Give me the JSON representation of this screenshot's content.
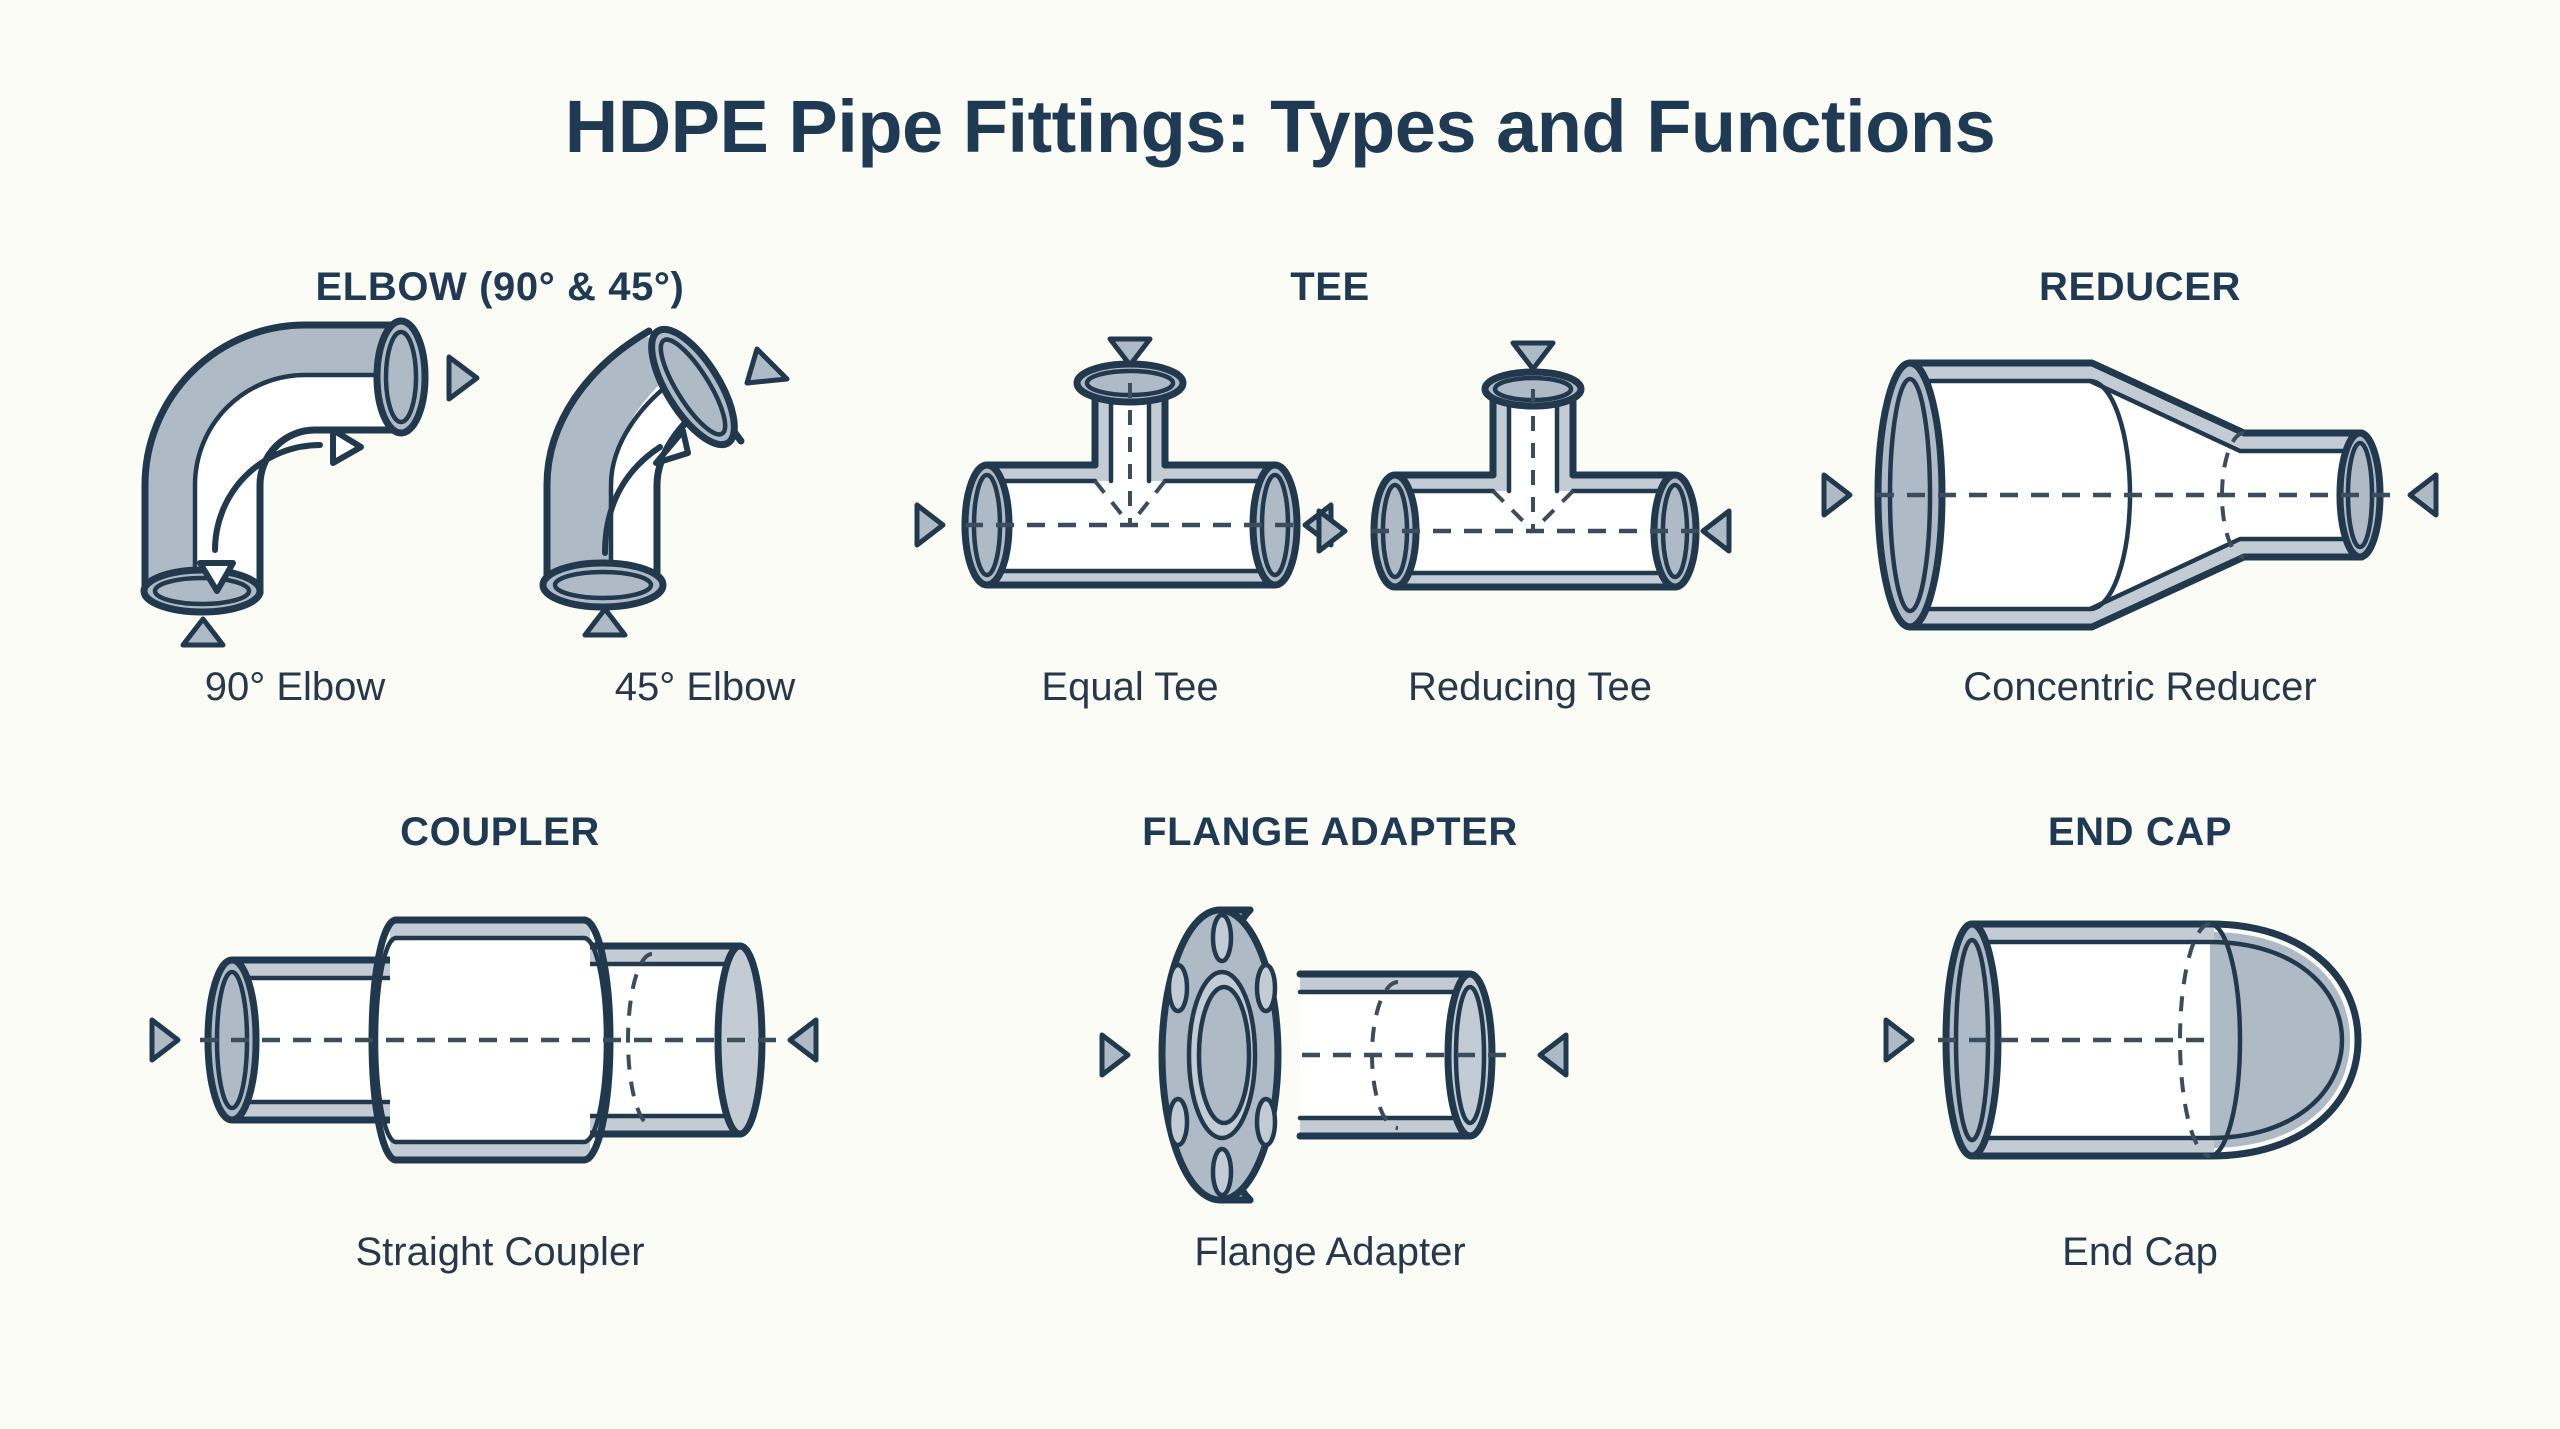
{
  "page": {
    "title": "HDPE Pipe Fittings: Types and Functions",
    "background_color": "#fcfcf7",
    "line_color": "#22394d",
    "fill_color": "#aebac6",
    "text_color": "#1f3a52"
  },
  "sections": [
    {
      "id": "elbow",
      "heading": "ELBOW (90° & 45°)",
      "items": [
        {
          "caption": "90° Elbow",
          "icon": "elbow-90-icon"
        },
        {
          "caption": "45° Elbow",
          "icon": "elbow-45-icon"
        }
      ]
    },
    {
      "id": "tee",
      "heading": "TEE",
      "items": [
        {
          "caption": "Equal Tee",
          "icon": "equal-tee-icon"
        },
        {
          "caption": "Reducing Tee",
          "icon": "reducing-tee-icon"
        }
      ]
    },
    {
      "id": "reducer",
      "heading": "REDUCER",
      "items": [
        {
          "caption": "Concentric Reducer",
          "icon": "concentric-reducer-icon"
        }
      ]
    },
    {
      "id": "coupler",
      "heading": "COUPLER",
      "items": [
        {
          "caption": "Straight Coupler",
          "icon": "straight-coupler-icon"
        }
      ]
    },
    {
      "id": "flange",
      "heading": "FLANGE ADAPTER",
      "items": [
        {
          "caption": "Flange Adapter",
          "icon": "flange-adapter-icon"
        }
      ]
    },
    {
      "id": "endcap",
      "heading": "END CAP",
      "items": [
        {
          "caption": "End Cap",
          "icon": "end-cap-icon"
        }
      ]
    }
  ]
}
